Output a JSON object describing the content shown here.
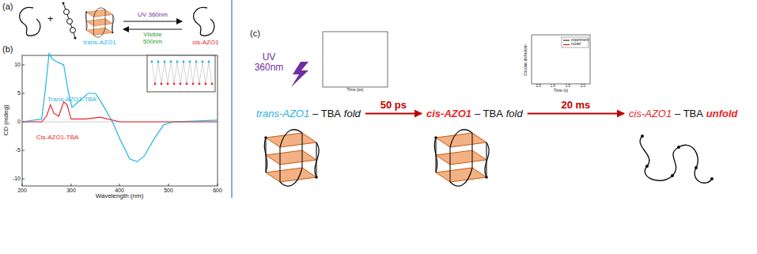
{
  "diagram": {
    "nodes": [
      {
        "text": [
          "trans-AZO1"
        ]
      },
      {
        "text": [
          "cis-AZO1"
        ]
      },
      {
        "text": [
          "trans-AZO1",
          "– TBA",
          "fold"
        ]
      },
      {
        "text": [
          "cis-AZO1",
          "– TBA",
          "fold"
        ]
      },
      {
        "text": [
          "cis-AZO1",
          "– TBA",
          "unfold"
        ]
      }
    ],
    "edges": [
      {
        "from": 0,
        "to": 1,
        "arrow": "to",
        "label": "UV 360nm"
      },
      {
        "from": 1,
        "to": 0,
        "arrow": "to",
        "label": "Visible 500nm"
      },
      {
        "from": 2,
        "to": 3,
        "arrow": "to",
        "label": "50 ps"
      },
      {
        "from": 3,
        "to": 4,
        "arrow": "to",
        "label": "20 ms"
      }
    ],
    "labels": [
      "(a)",
      "(b)",
      "(c)",
      "+",
      "CD (mdeg)",
      "Wavelength (nm)",
      "200",
      "300",
      "400",
      "500",
      "600",
      "10",
      "5",
      "0",
      "-5",
      "-10",
      "Trans-AZO1-TBA",
      "Cis-AZO1-TBA",
      "UV 360nm",
      "Time (ps)",
      "Time (s)",
      "Circular dichroism",
      "0.5",
      "1.0",
      "1.5",
      "2.0"
    ],
    "legend": [
      {
        "text": "experiment"
      },
      {
        "text": "model"
      }
    ]
  }
}
